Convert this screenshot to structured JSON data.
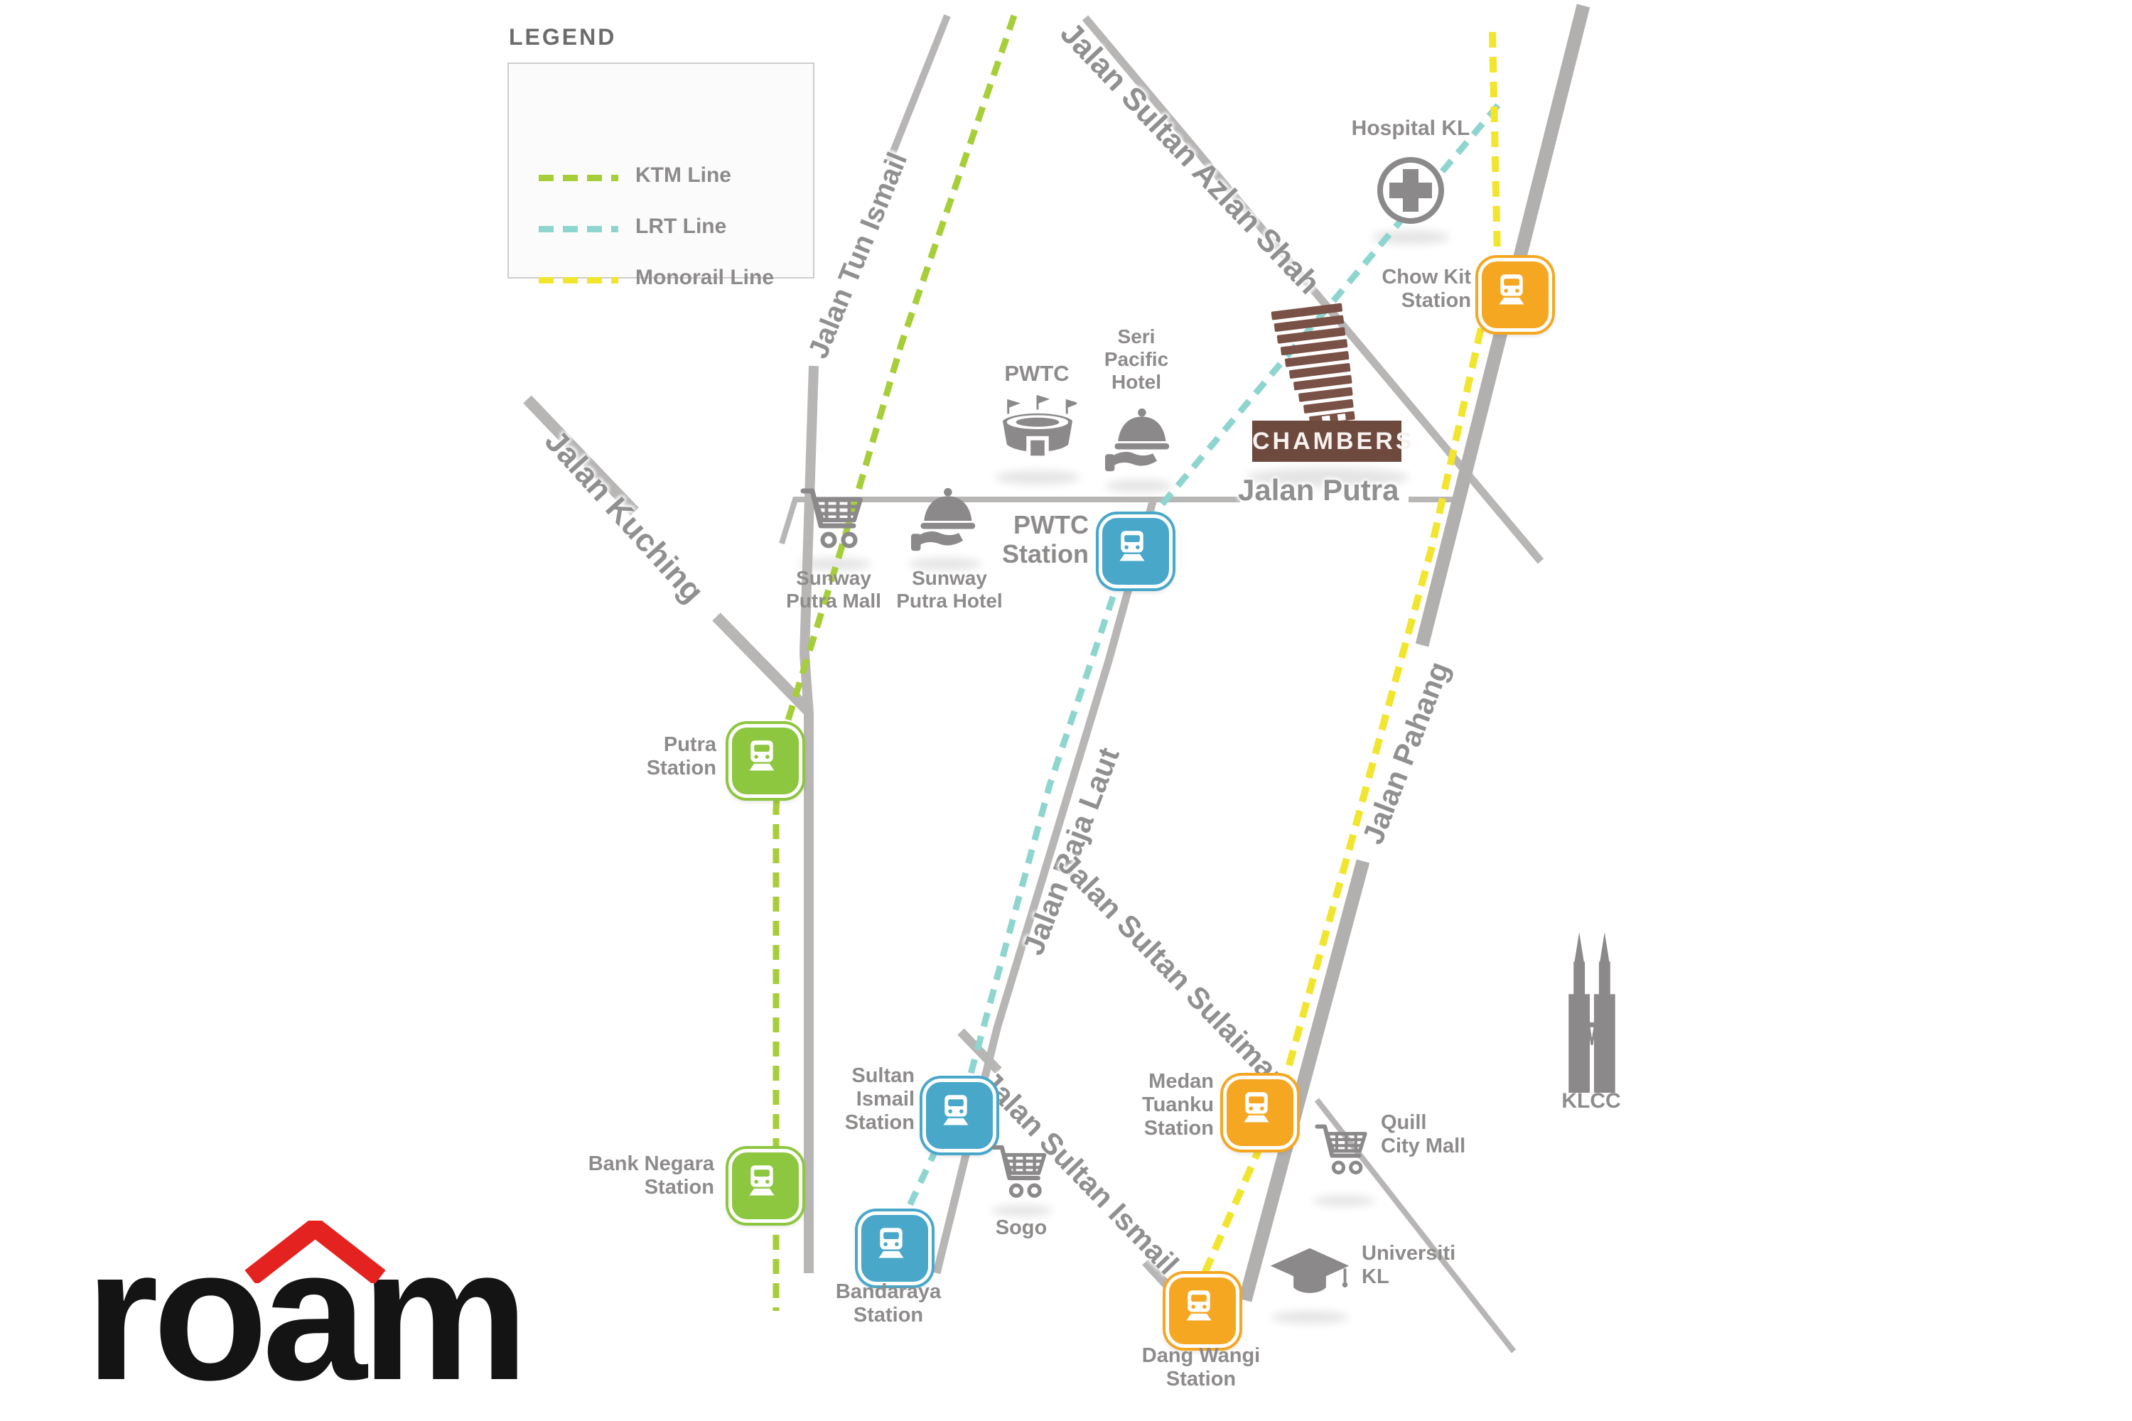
{
  "brand": {
    "logo_text": "roam",
    "accent_color": "#e42320"
  },
  "legend": {
    "title": "LEGEND",
    "items": [
      {
        "name": "ktm",
        "label": "KTM Line",
        "color": "#a6ce39"
      },
      {
        "name": "lrt",
        "label": "LRT Line",
        "color": "#8ed5cf"
      },
      {
        "name": "monorail",
        "label": "Monorail Line",
        "color": "#f2e52e"
      }
    ]
  },
  "roads": {
    "tun_ismail": "Jalan Tun Ismail",
    "sultan_azlan_shah": "Jalan Sultan Azlan Shah",
    "kuching": "Jalan Kuching",
    "putra": "Jalan Putra",
    "raja_laut": "Jalan Raja Laut",
    "sultan_sulaiman": "Jalan Sultan Sulaiman",
    "sultan_ismail": "Jalan Sultan Ismail",
    "pahang": "Jalan Pahang"
  },
  "stations": [
    {
      "id": "chow-kit",
      "line": "monorail",
      "lines": [
        "Chow Kit",
        "Station"
      ]
    },
    {
      "id": "pwtc",
      "line": "lrt",
      "lines": [
        "PWTC",
        "Station"
      ]
    },
    {
      "id": "putra",
      "line": "ktm",
      "lines": [
        "Putra",
        "Station"
      ]
    },
    {
      "id": "bank-negara",
      "line": "ktm",
      "lines": [
        "Bank Negara",
        "Station"
      ]
    },
    {
      "id": "sultan-ismail",
      "line": "lrt",
      "lines": [
        "Sultan",
        "Ismail",
        "Station"
      ]
    },
    {
      "id": "bandaraya",
      "line": "lrt",
      "lines": [
        "Bandaraya",
        "Station"
      ]
    },
    {
      "id": "medan-tuanku",
      "line": "monorail",
      "lines": [
        "Medan",
        "Tuanku",
        "Station"
      ]
    },
    {
      "id": "dang-wangi",
      "line": "monorail",
      "lines": [
        "Dang Wangi",
        "Station"
      ]
    }
  ],
  "pois": [
    {
      "id": "hospital-kl",
      "icon": "hospital-icon",
      "lines": [
        "Hospital KL"
      ]
    },
    {
      "id": "pwtc-centre",
      "icon": "stadium-icon",
      "lines": [
        "PWTC"
      ]
    },
    {
      "id": "seri-pacific-hotel",
      "icon": "hotel-icon",
      "lines": [
        "Seri",
        "Pacific",
        "Hotel"
      ]
    },
    {
      "id": "sunway-putra-mall",
      "icon": "cart-icon",
      "lines": [
        "Sunway",
        "Putra Mall"
      ]
    },
    {
      "id": "sunway-putra-hotel",
      "icon": "hotel-icon",
      "lines": [
        "Sunway",
        "Putra Hotel"
      ]
    },
    {
      "id": "sogo",
      "icon": "cart-icon",
      "lines": [
        "Sogo"
      ]
    },
    {
      "id": "quill-city-mall",
      "icon": "cart-icon",
      "lines": [
        "Quill",
        "City Mall"
      ]
    },
    {
      "id": "universiti-kl",
      "icon": "graduation-icon",
      "lines": [
        "Universiti",
        "KL"
      ]
    },
    {
      "id": "klcc",
      "icon": "twin-towers-icon",
      "lines": [
        "KLCC"
      ]
    }
  ],
  "building": {
    "label": "CHAMBERS"
  },
  "line_colors": {
    "ktm_station": "#8dc63f",
    "lrt_station": "#49a7c9",
    "monorail_station": "#f6a722",
    "road": "#b8b5b5"
  }
}
